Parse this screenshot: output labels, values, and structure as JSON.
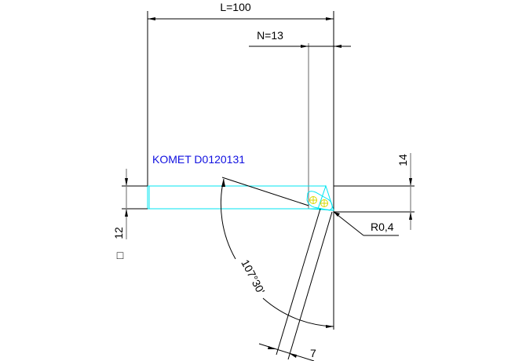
{
  "drawing": {
    "title": "KOMET D0120131",
    "title_color": "#1010e0",
    "dimensions": {
      "length": "L=100",
      "insert_offset": "N=13",
      "height": "14",
      "shank_size": "12",
      "shank_symbol": "□",
      "corner_radius": "R0,4",
      "angle": "107°30'",
      "width": "7"
    },
    "colors": {
      "outline": "#00e5f0",
      "screws": "#d8d800",
      "dimension_lines": "#000000"
    }
  }
}
